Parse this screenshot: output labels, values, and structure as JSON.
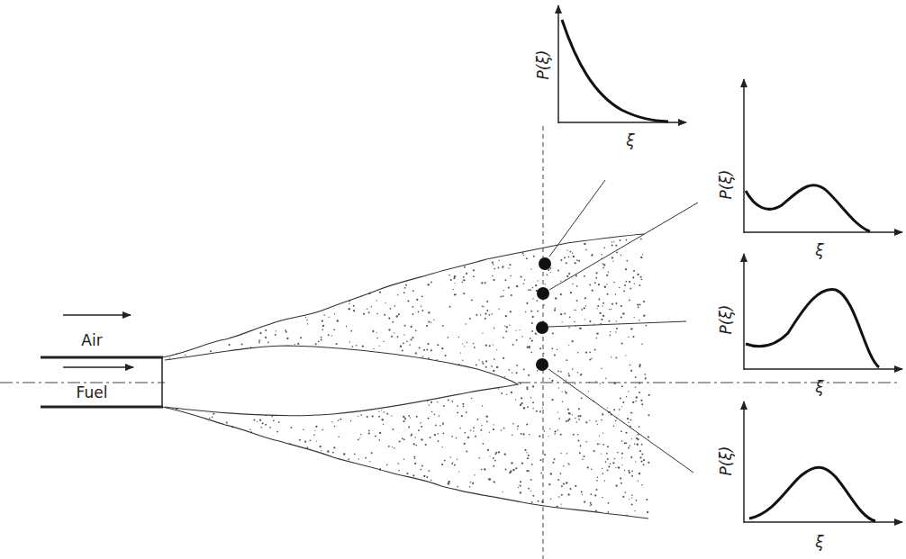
{
  "diagram": {
    "labels": [
      "P(ξ)",
      "ξ",
      "P(ξ)",
      "ξ",
      "P(ξ)",
      "ξ",
      "P(ξ)",
      "ξ",
      "Air",
      "Fuel"
    ]
  }
}
